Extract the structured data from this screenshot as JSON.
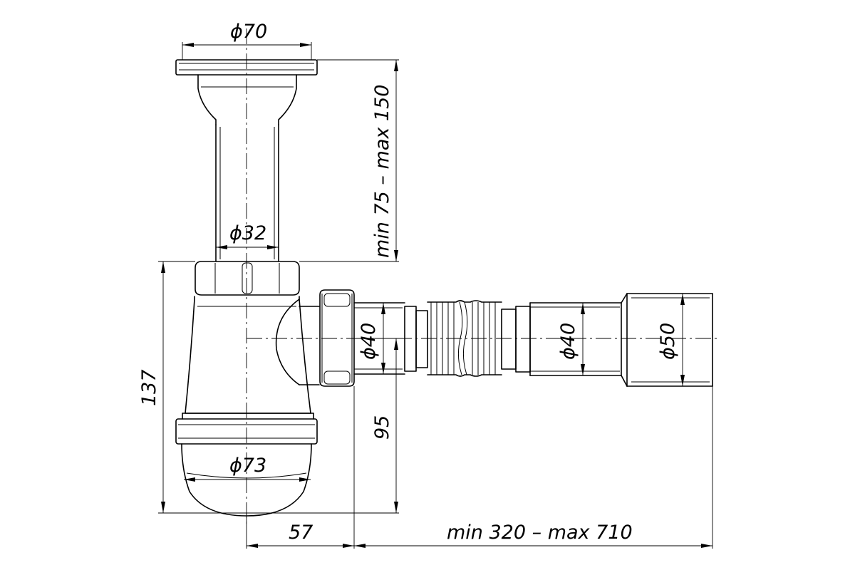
{
  "drawing": {
    "labels": {
      "top_flange_dia": "ϕ70",
      "riser_dia": "ϕ32",
      "outlet_dia": "ϕ40",
      "hose_dia": "ϕ40",
      "end_dia": "ϕ50",
      "bowl_dia": "ϕ73",
      "total_height": "137",
      "riser_height": "min 75 – max 150",
      "outlet_height": "95",
      "bowl_offset": "57",
      "hose_length": "min 320 – max 710"
    },
    "colors": {
      "line": "#000000",
      "background": "#ffffff"
    }
  }
}
